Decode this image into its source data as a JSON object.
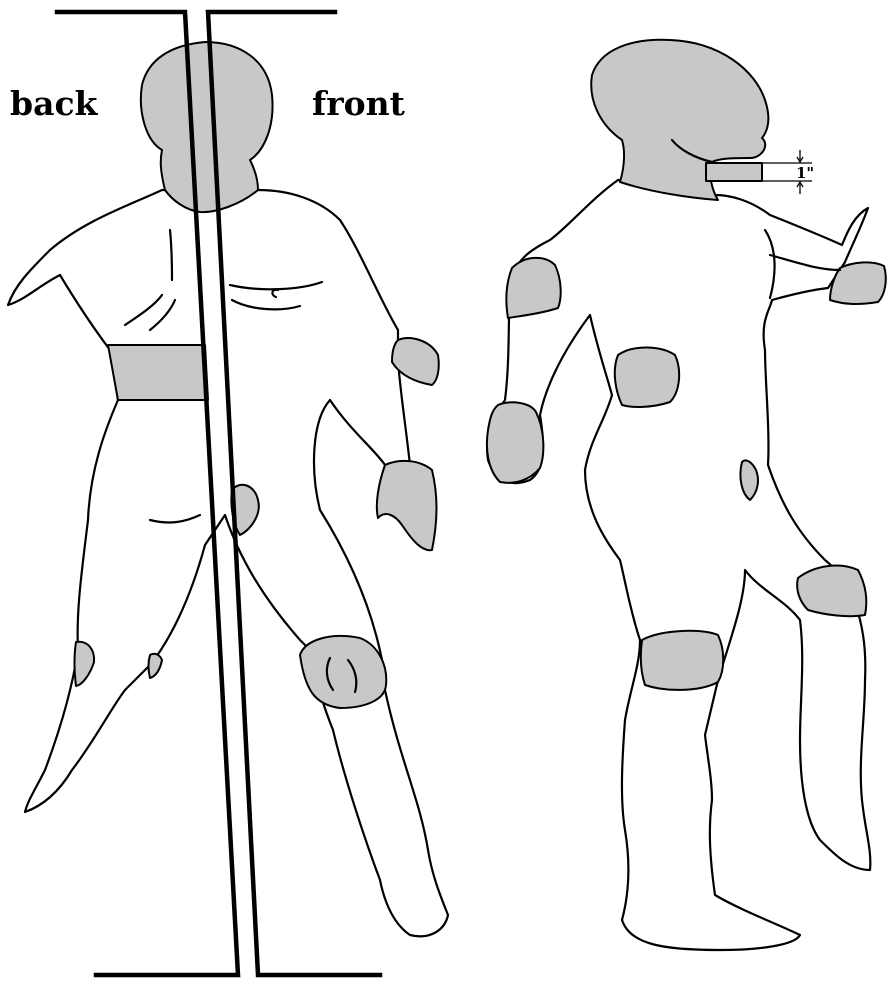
{
  "labels": {
    "back": "back",
    "front": "front",
    "dimension": "1\""
  },
  "colors": {
    "shade": "#c8c8c8",
    "outline": "#000000",
    "background": "#ffffff"
  }
}
